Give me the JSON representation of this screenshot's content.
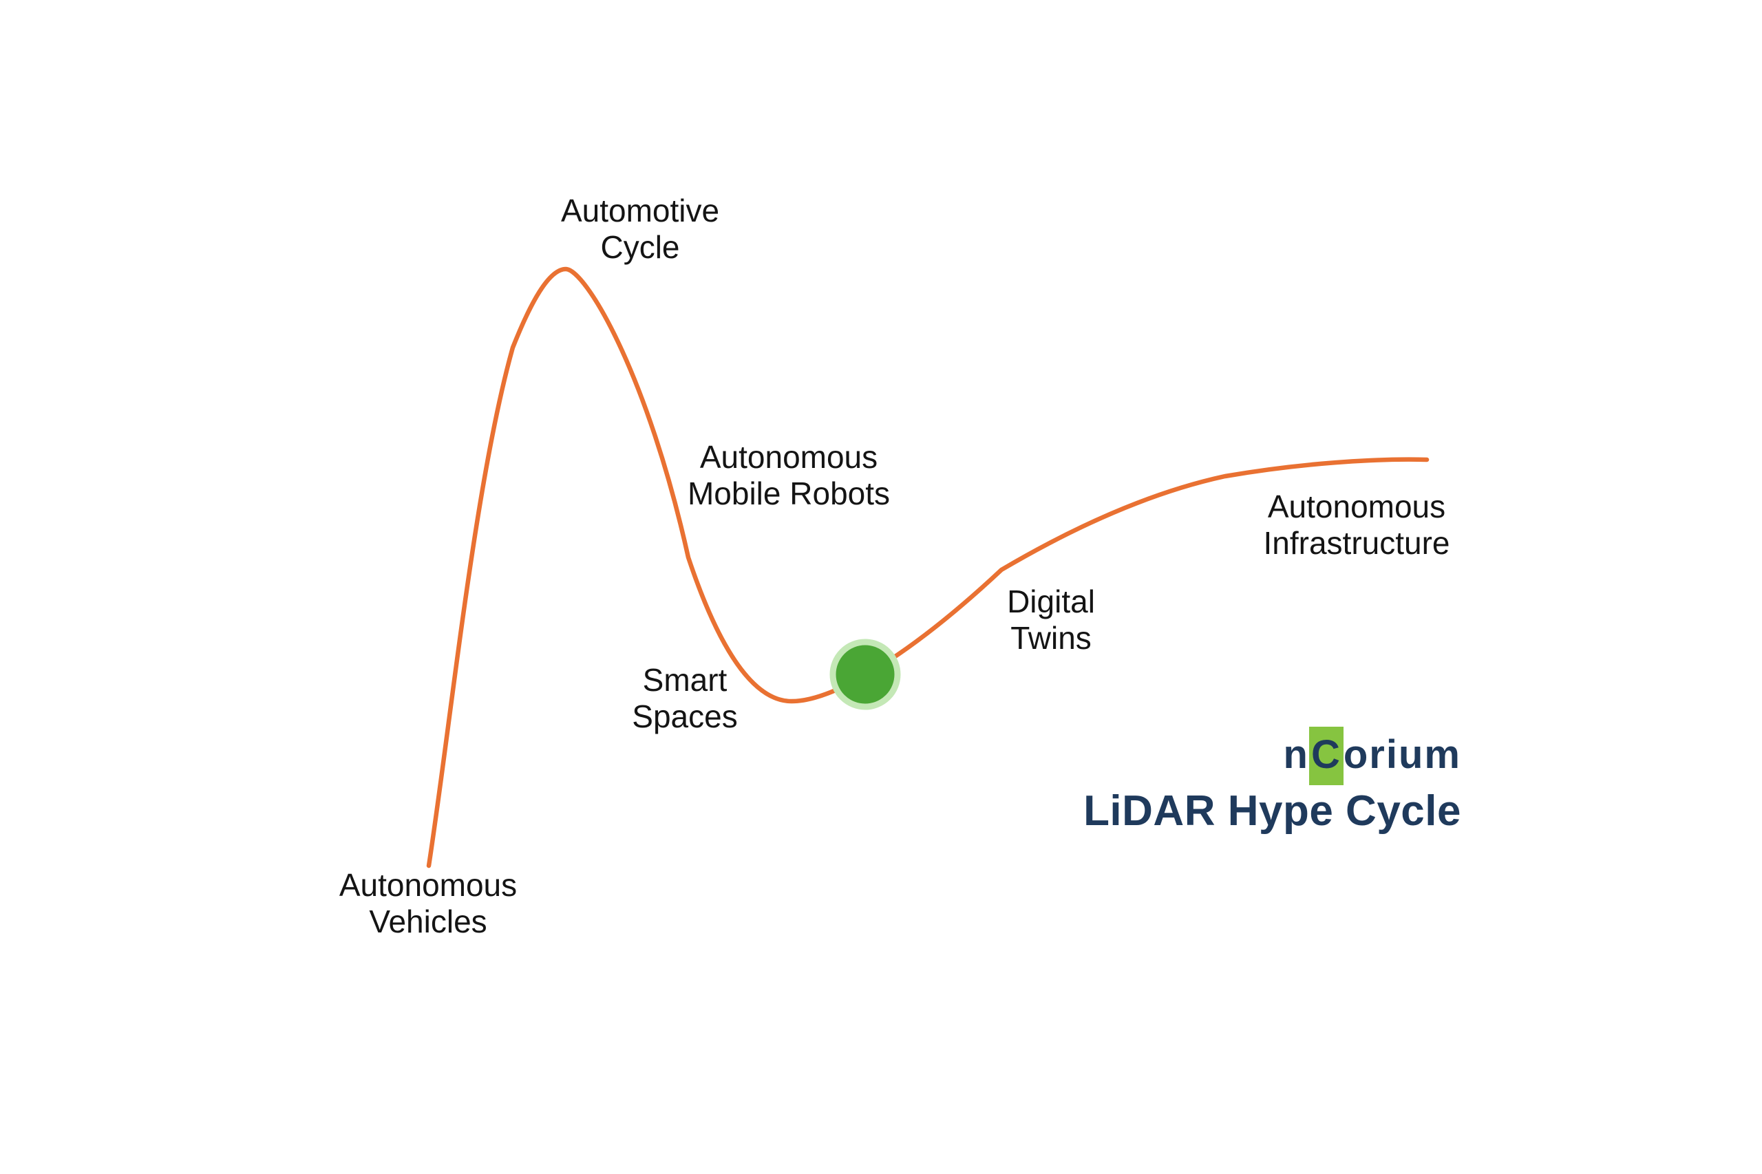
{
  "diagram": {
    "type": "hype-cycle",
    "labels": [
      {
        "name": "autonomous-vehicles",
        "lines": [
          "Autonomous",
          "Vehicles"
        ]
      },
      {
        "name": "automotive-cycle",
        "lines": [
          "Automotive",
          "Cycle"
        ]
      },
      {
        "name": "autonomous-mobile-robots",
        "lines": [
          "Autonomous",
          "Mobile Robots"
        ]
      },
      {
        "name": "smart-spaces",
        "lines": [
          "Smart",
          "Spaces"
        ]
      },
      {
        "name": "digital-twins",
        "lines": [
          "Digital",
          "Twins"
        ]
      },
      {
        "name": "autonomous-infrastructure",
        "lines": [
          "Autonomous",
          "Infrastructure"
        ]
      }
    ],
    "marker": {
      "description": "current position dot on curve between Smart Spaces and Digital Twins"
    }
  },
  "branding": {
    "logo_prefix": "n",
    "logo_highlight": "C",
    "logo_suffix": "orium",
    "subtitle": "LiDAR Hype Cycle"
  },
  "colors": {
    "background": "#FFFFFF",
    "curve": "#E97132",
    "marker_fill": "#4AA635",
    "marker_ring": "#C4E8B6",
    "label_text": "#141414",
    "brand_navy": "#1F3A5C",
    "brand_green": "#86C440"
  }
}
